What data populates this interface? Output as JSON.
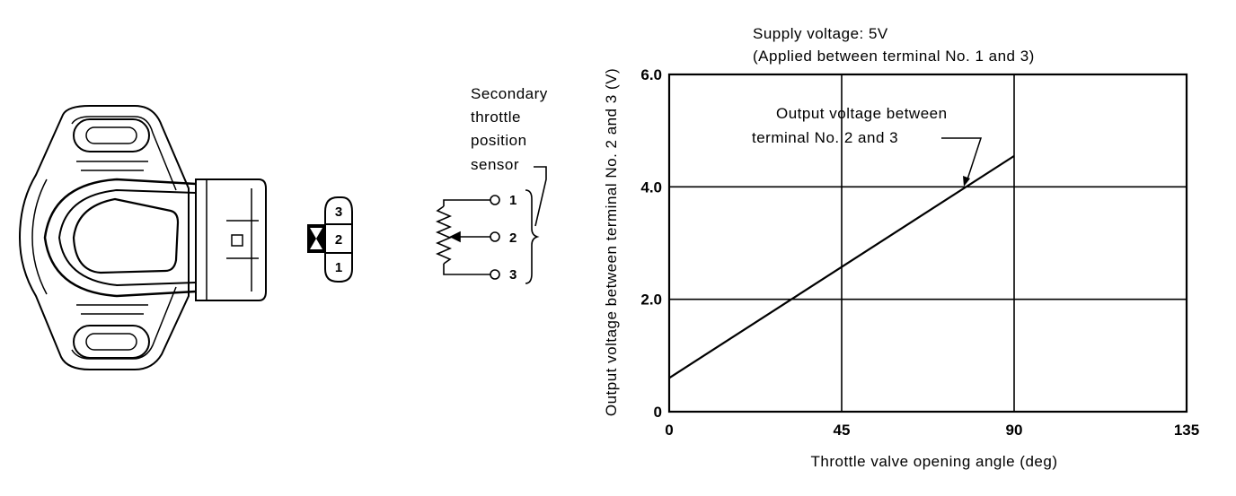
{
  "sensor_label": [
    "Secondary",
    "throttle",
    "position",
    "sensor"
  ],
  "connector_pins": [
    "3",
    "2",
    "1"
  ],
  "circuit_terminals": [
    "1",
    "2",
    "3"
  ],
  "supply_note": {
    "line1": "Supply voltage: 5V",
    "line2": "(Applied between terminal No. 1 and 3)"
  },
  "callout": {
    "line1": "Output voltage between",
    "line2": "terminal No. 2 and 3"
  },
  "chart_data": {
    "type": "line",
    "title": "",
    "xlabel": "Throttle valve opening angle (deg)",
    "ylabel": "Output voltage between terminal No. 2 and 3 (V)",
    "xlim": [
      0,
      135
    ],
    "ylim": [
      0,
      6.0
    ],
    "x_ticks": [
      "0",
      "45",
      "90",
      "135"
    ],
    "y_ticks": [
      "0",
      "2.0",
      "4.0",
      "6.0"
    ],
    "x_tick_values": [
      0,
      45,
      90,
      135
    ],
    "y_tick_values": [
      0,
      2.0,
      4.0,
      6.0
    ],
    "grid": true,
    "series": [
      {
        "x": [
          0,
          90
        ],
        "y": [
          0.6,
          4.55
        ]
      }
    ],
    "annotation_point": {
      "x": 79,
      "y": 4.0
    }
  }
}
